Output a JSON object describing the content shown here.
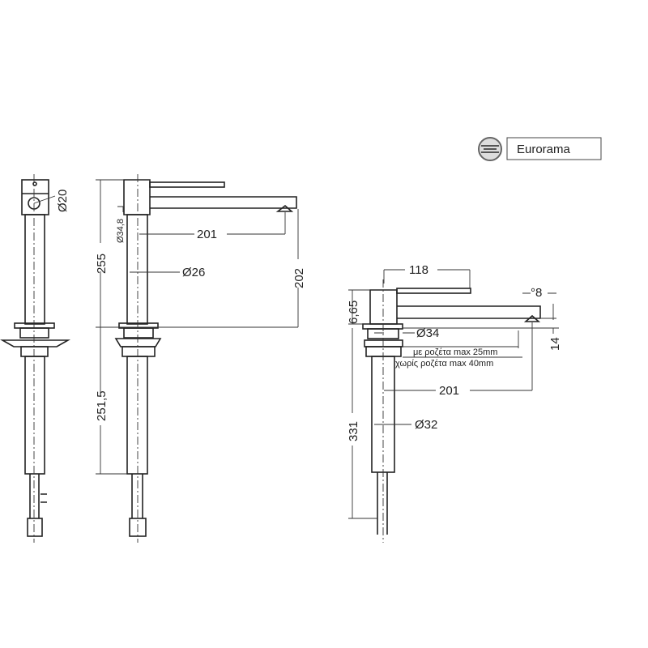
{
  "logo": {
    "brand": "Eurorama"
  },
  "side_view": {
    "diameter_head": "Ø20"
  },
  "front_view": {
    "height_total": "255",
    "height_below": "251,5",
    "spout_height": "202",
    "spout_reach": "201",
    "body_diameter": "Ø34,8",
    "pipe_diameter": "Ø26"
  },
  "installed_view": {
    "lever_length": "118",
    "body_height": "6,65",
    "spout_angle": "°8",
    "flange_diameter": "Ø34",
    "nozzle_offset": "14",
    "note_with_rosette": "με ροζέτα max 25mm",
    "note_without_rosette": "χωρίς ροζέτα max 40mm",
    "spout_reach": "201",
    "pipe_diameter": "Ø32",
    "height_below": "331"
  }
}
